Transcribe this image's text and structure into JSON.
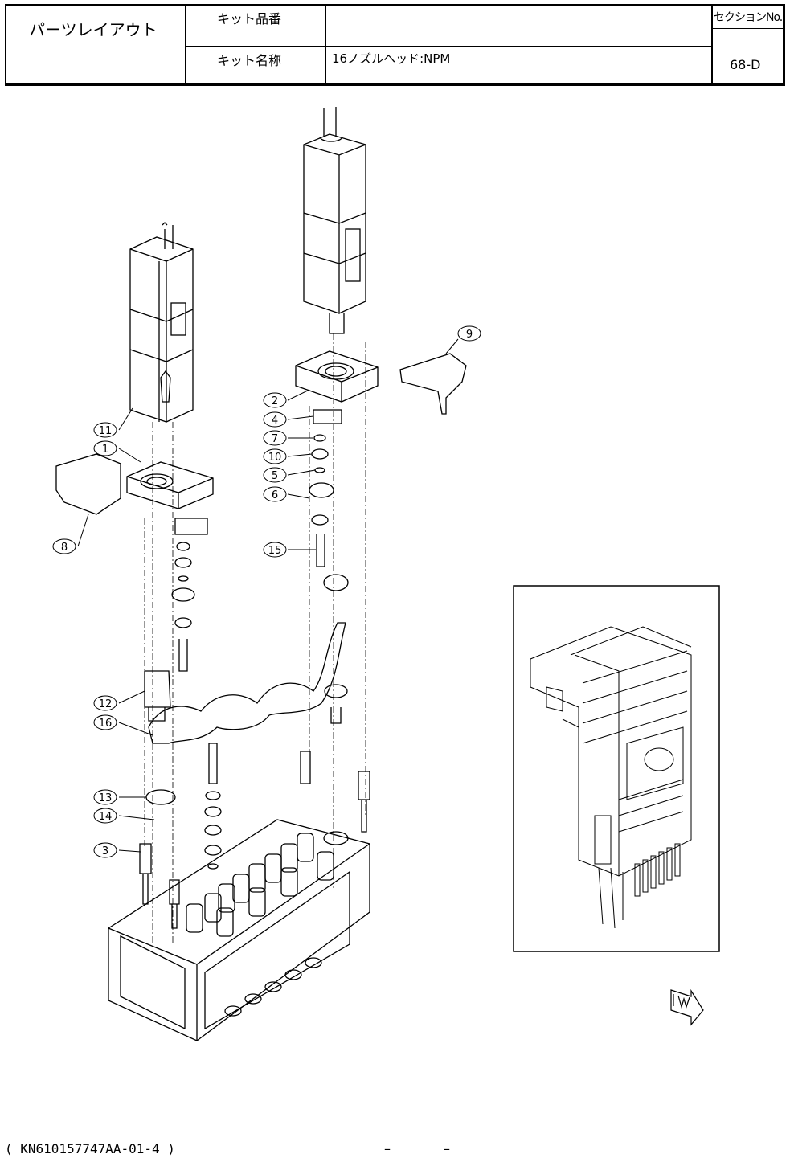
{
  "header": {
    "title": "パーツレイアウト",
    "kit_number_label": "キット品番",
    "kit_number_value": "",
    "kit_name_label": "キット名称",
    "kit_name_value": "16ノズルヘッド:NPM",
    "section_label": "セクションNo.",
    "section_value": "68-D"
  },
  "callouts": [
    "1",
    "2",
    "3",
    "4",
    "5",
    "6",
    "7",
    "8",
    "9",
    "10",
    "11",
    "12",
    "13",
    "14",
    "15",
    "16"
  ],
  "footer": {
    "doc_code": "( KN610157747AA-01-4 )",
    "dash_left": "–",
    "dash_right": "–"
  }
}
